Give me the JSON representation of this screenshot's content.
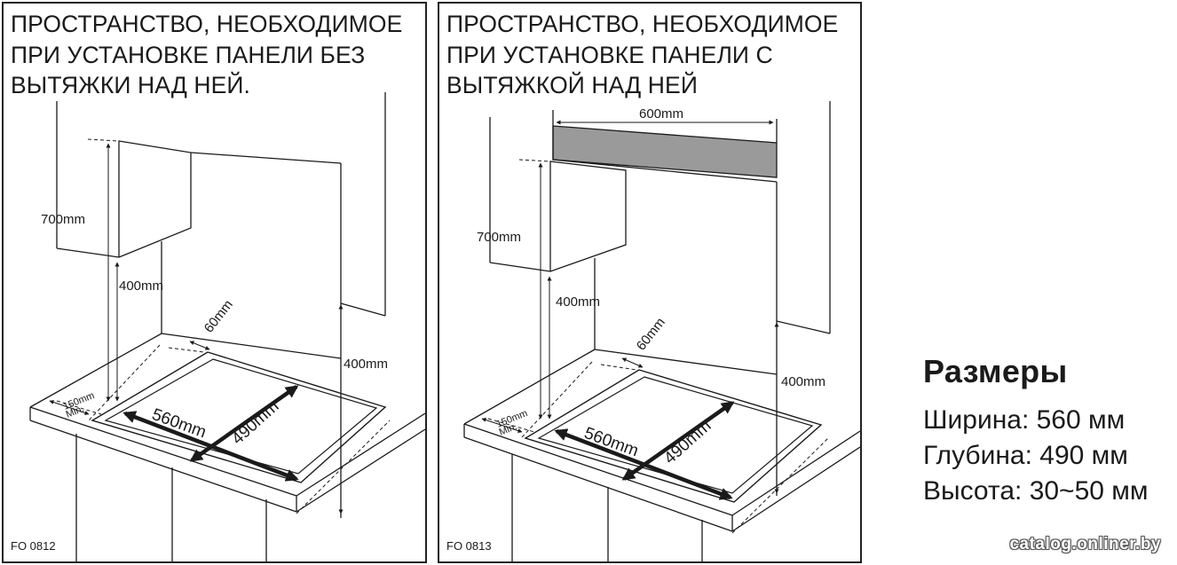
{
  "left": {
    "title": "ПРОСТРАНСТВО, НЕОБХОДИМОЕ\nПРИ УСТАНОВКЕ ПАНЕЛИ БЕЗ\nВЫТЯЖКИ НАД НЕЙ.",
    "label_700": "700mm",
    "label_400_left": "400mm",
    "label_400_right": "400mm",
    "label_60": "60mm",
    "label_150": "150mm",
    "label_min": "Min.",
    "label_560": "560mm",
    "label_490": "490mm",
    "code": "FO 0812"
  },
  "right": {
    "title": "ПРОСТРАНСТВО, НЕОБХОДИМОЕ\nПРИ УСТАНОВКЕ ПАНЕЛИ С\nВЫТЯЖКОЙ НАД НЕЙ",
    "label_600": "600mm",
    "label_700": "700mm",
    "label_400_left": "400mm",
    "label_400_right": "400mm",
    "label_60": "60mm",
    "label_150": "150mm",
    "label_min": "Min.",
    "label_560": "560mm",
    "label_490": "490mm",
    "code": "FO 0813"
  },
  "specs": {
    "title": "Размеры",
    "width": "Ширина: 560 мм",
    "depth": "Глубина: 490 мм",
    "height": "Высота: 30~50 мм"
  },
  "watermark": "catalog.onliner.by",
  "colors": {
    "hood": "#9a9a9a",
    "line": "#1a1a1a"
  }
}
